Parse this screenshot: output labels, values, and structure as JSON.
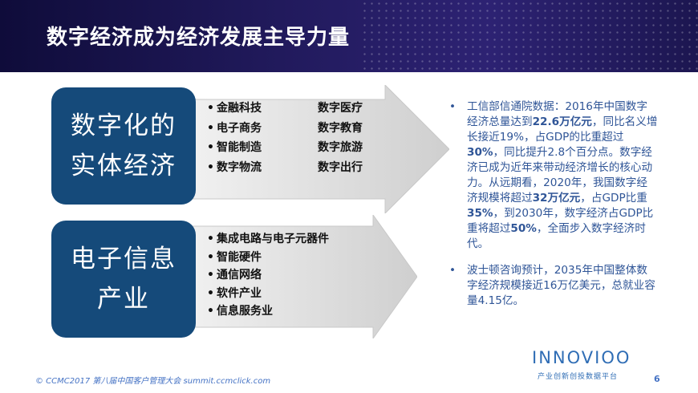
{
  "header": {
    "title": "数字经济成为经济发展主导力量"
  },
  "section1": {
    "box_lines": [
      "数字化的",
      "实体经济"
    ],
    "items": [
      [
        "金融科技",
        "数字医疗"
      ],
      [
        "电子商务",
        "数字教育"
      ],
      [
        "智能制造",
        "数字旅游"
      ],
      [
        "数字物流",
        "数字出行"
      ]
    ]
  },
  "section2": {
    "box_lines": [
      "电子信息",
      "产业"
    ],
    "items": [
      "集成电路与电子元器件",
      "智能硬件",
      "通信网络",
      "软件产业",
      "信息服务业"
    ]
  },
  "notes": [
    {
      "segments": [
        {
          "t": "工信部信通院数据：2016年中国数字经济总量达到",
          "b": false
        },
        {
          "t": "22.6万亿元",
          "b": true
        },
        {
          "t": "，同比名义增长接近19%，占GDP的比重超过",
          "b": false
        },
        {
          "t": "30%",
          "b": true
        },
        {
          "t": "，同比提升2.8个百分点。数字经济已成为近年来带动经济增长的核心动力。从远期看，2020年，我国数字经济规模将超过",
          "b": false
        },
        {
          "t": "32万亿元",
          "b": true
        },
        {
          "t": "，占GDP比重",
          "b": false
        },
        {
          "t": "35%",
          "b": true
        },
        {
          "t": "，到2030年，数字经济占GDP比重将超过",
          "b": false
        },
        {
          "t": "50%",
          "b": true
        },
        {
          "t": "，全面步入数字经济时代。",
          "b": false
        }
      ]
    },
    {
      "segments": [
        {
          "t": "波士顿咨询预计，2035年中国整体数字经济规模接近16万亿美元，总就业容量4.15亿。",
          "b": false
        }
      ]
    }
  ],
  "logo": {
    "name": "INNOVIOO",
    "subtitle": "产业创新创投数据平台"
  },
  "footer": {
    "text": "© CCMC2017 第八届中国客户管理大会 summit.ccmclick.com",
    "page": "6"
  },
  "colors": {
    "header_bg": "#211a5c",
    "box": "#154a7a",
    "arrow": "#d9d9d9",
    "note_text": "#2f5597"
  }
}
